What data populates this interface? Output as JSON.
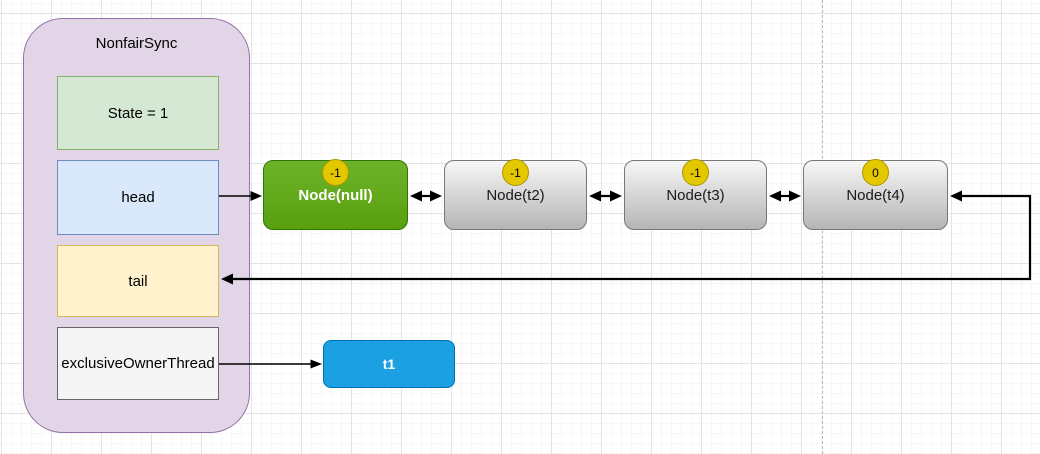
{
  "diagram": {
    "container": {
      "title": "NonfairSync",
      "fill": "#e1d5e7",
      "stroke": "#9673a6"
    },
    "fields": [
      {
        "label": "State = 1",
        "fill": "#d5e8d4",
        "stroke": "#82b366"
      },
      {
        "label": "head",
        "fill": "#dae8fc",
        "stroke": "#6c8ebf"
      },
      {
        "label": "tail",
        "fill": "#fff2cc",
        "stroke": "#d6b656"
      },
      {
        "label": "exclusiveOwnerThread",
        "fill": "#f5f5f5",
        "stroke": "#666666"
      }
    ],
    "nodes": [
      {
        "label": "Node(null)",
        "wait_status": "-1",
        "fill": "#60a917",
        "stroke": "#2d7600",
        "text_color": "#ffffff"
      },
      {
        "label": "Node(t2)",
        "wait_status": "-1",
        "fill_top": "#f5f5f5",
        "fill_bottom": "#b3b3b3",
        "stroke": "#666666",
        "text_color": "#000000"
      },
      {
        "label": "Node(t3)",
        "wait_status": "-1",
        "fill_top": "#f5f5f5",
        "fill_bottom": "#b3b3b3",
        "stroke": "#666666",
        "text_color": "#000000"
      },
      {
        "label": "Node(t4)",
        "wait_status": "0",
        "fill_top": "#f5f5f5",
        "fill_bottom": "#b3b3b3",
        "stroke": "#666666",
        "text_color": "#000000"
      }
    ],
    "badge": {
      "fill": "#e3c800",
      "stroke": "#b09500",
      "text_color": "#000000"
    },
    "thread": {
      "label": "t1",
      "fill": "#1ba1e2",
      "stroke": "#006eaf",
      "text_color": "#ffffff"
    },
    "edges": [
      {
        "from": "head",
        "to": "Node(null)",
        "style": "arrow"
      },
      {
        "from": "Node(null)",
        "to": "Node(t2)",
        "style": "double-arrow"
      },
      {
        "from": "Node(t2)",
        "to": "Node(t3)",
        "style": "double-arrow"
      },
      {
        "from": "Node(t3)",
        "to": "Node(t4)",
        "style": "double-arrow"
      },
      {
        "from": "tail",
        "to": "Node(t4)",
        "style": "routed-double-arrow"
      },
      {
        "from": "exclusiveOwnerThread",
        "to": "t1",
        "style": "arrow"
      }
    ]
  }
}
